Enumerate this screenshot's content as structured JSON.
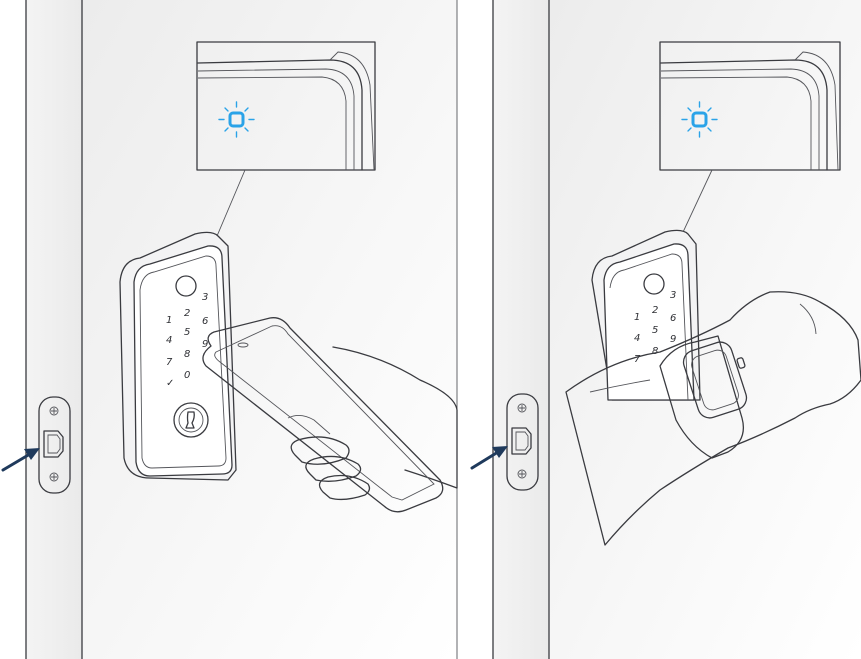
{
  "panels": [
    {
      "id": "left",
      "method": "phone-icon",
      "keypad": [
        "1",
        "2",
        "3",
        "4",
        "5",
        "6",
        "7",
        "8",
        "9",
        "✓",
        "0"
      ],
      "led_color": "#2aa3e8"
    },
    {
      "id": "right",
      "method": "smartwatch-icon",
      "keypad": [
        "1",
        "2",
        "3",
        "4",
        "5",
        "6",
        "7",
        "8",
        "9"
      ],
      "led_color": "#2aa3e8"
    }
  ],
  "colors": {
    "line": "#3a3b40",
    "led": "#2aa3e8",
    "arrow": "#1f3a5c",
    "wall": "#f2f2f2"
  }
}
